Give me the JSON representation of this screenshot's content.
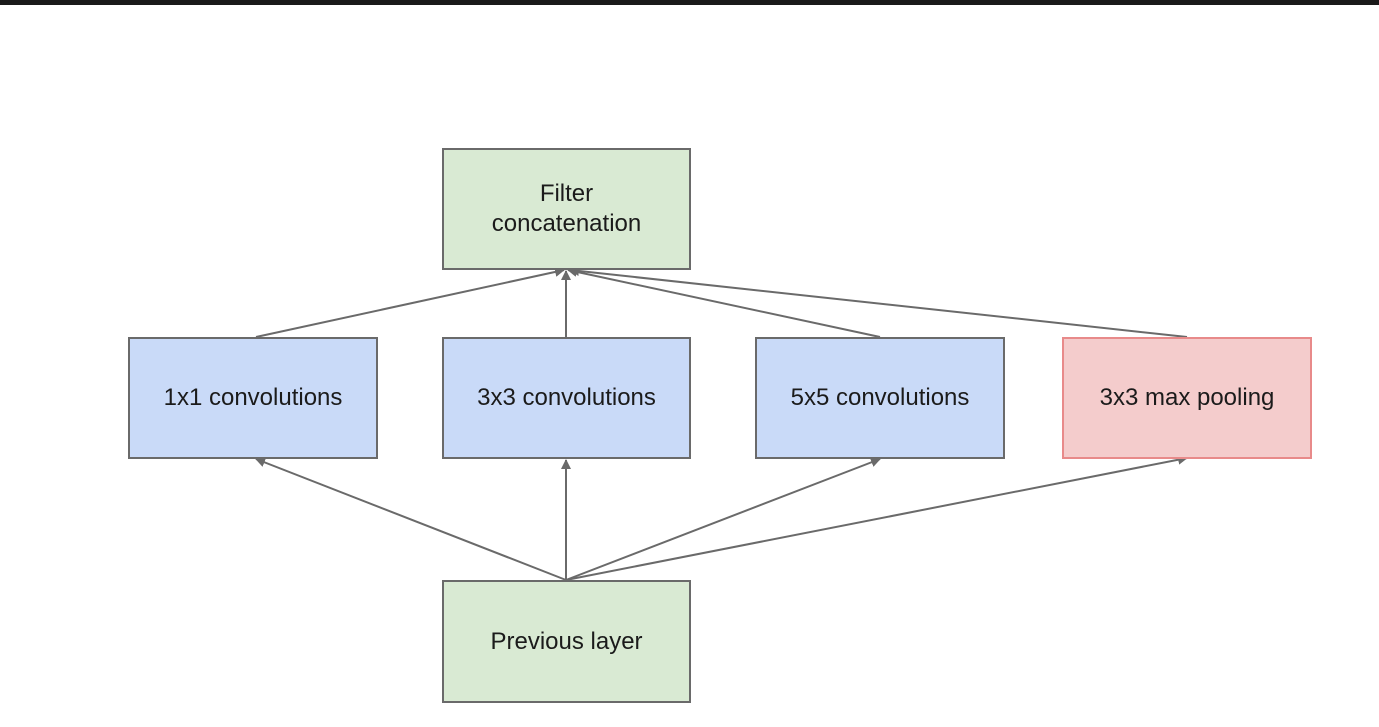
{
  "diagram": {
    "nodes": {
      "filter_concat": {
        "label": "Filter\nconcatenation",
        "color": "#d9ead3"
      },
      "conv1x1": {
        "label": "1x1 convolutions",
        "color": "#c9daf8"
      },
      "conv3x3": {
        "label": "3x3 convolutions",
        "color": "#c9daf8"
      },
      "conv5x5": {
        "label": "5x5 convolutions",
        "color": "#c9daf8"
      },
      "maxpool3x3": {
        "label": "3x3 max pooling",
        "color": "#f4cccc"
      },
      "previous_layer": {
        "label": "Previous layer",
        "color": "#d9ead3"
      }
    },
    "edges": [
      {
        "from": "previous_layer",
        "to": "conv1x1"
      },
      {
        "from": "previous_layer",
        "to": "conv3x3"
      },
      {
        "from": "previous_layer",
        "to": "conv5x5"
      },
      {
        "from": "previous_layer",
        "to": "maxpool3x3"
      },
      {
        "from": "conv1x1",
        "to": "filter_concat"
      },
      {
        "from": "conv3x3",
        "to": "filter_concat"
      },
      {
        "from": "conv5x5",
        "to": "filter_concat"
      },
      {
        "from": "maxpool3x3",
        "to": "filter_concat"
      }
    ],
    "edge_color": "#6a6a6a"
  }
}
